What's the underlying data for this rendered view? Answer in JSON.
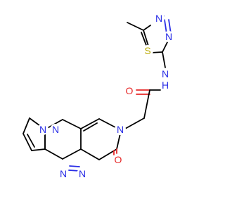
{
  "molecule": {
    "atoms": {
      "n_thiadiazole_a": "N",
      "n_thiadiazole_b": "N",
      "s_thiadiazole": "S",
      "n_amide": "N",
      "h_amide": "H",
      "o_amide": "O",
      "n_pyridinone": "N",
      "o_ring": "O",
      "n_pyrazole_a": "N",
      "n_pyrazole_b": "N",
      "n_triazine_a": "N",
      "n_triazine_b": "N"
    },
    "colors": {
      "carbon_bond": "#000000",
      "nitrogen": "#2a2ee6",
      "oxygen": "#e62727",
      "sulfur": "#b8a800"
    }
  }
}
